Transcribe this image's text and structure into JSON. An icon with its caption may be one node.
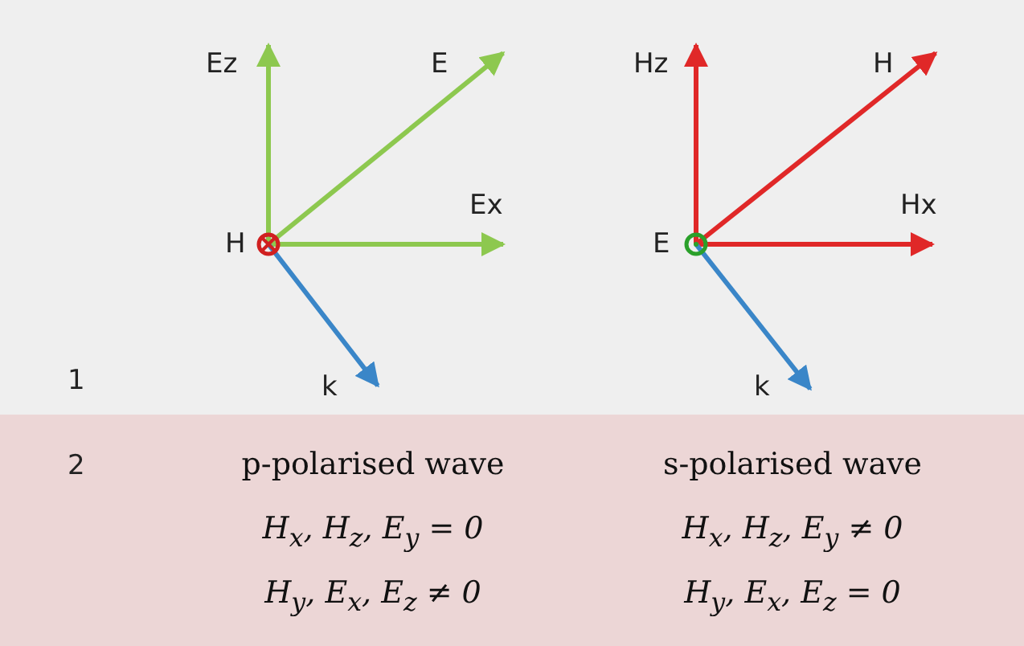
{
  "diagram": {
    "labels": [
      "Ez",
      "E",
      "Hz",
      "H",
      "H",
      "Ex",
      "E",
      "Hx",
      "1",
      "k",
      "k",
      "2",
      "p-polarised wave",
      "s-polarised wave",
      "H$_{x}$, H$_{z}$, E$_{y}$ = 0",
      "H$_{x}$, H$_{z}$, E$_{y}$ ≠ 0",
      "H$_{y}$, E$_{x}$, E$_{z}$ ≠ 0",
      "H$_{y}$, E$_{x}$, E$_{z}$ = 0"
    ]
  }
}
